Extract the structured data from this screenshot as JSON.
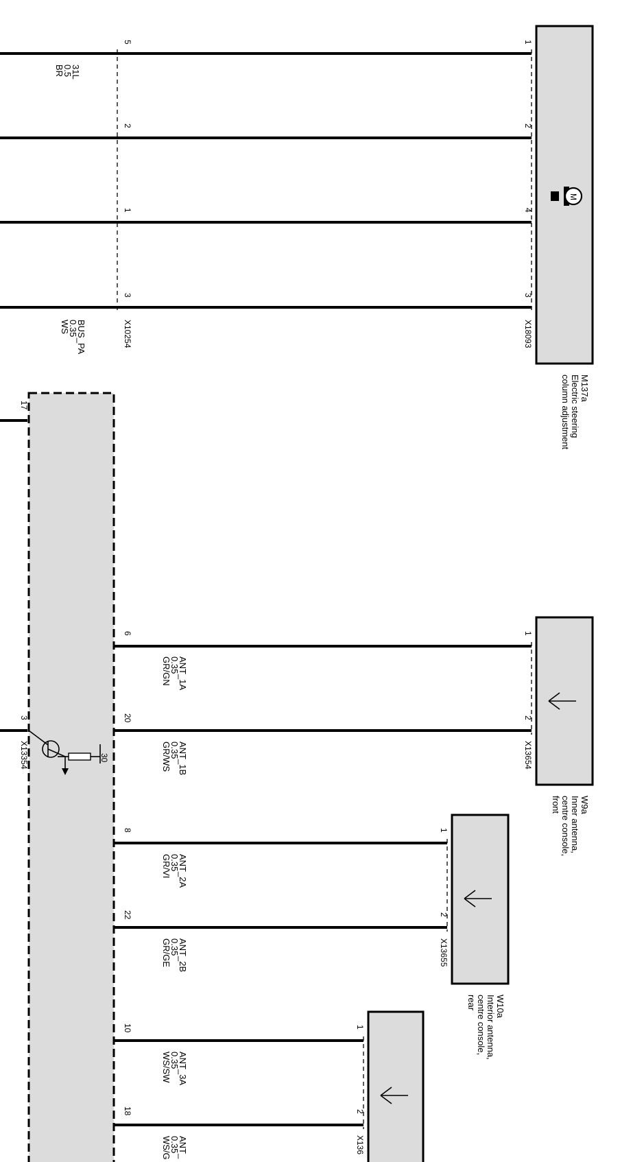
{
  "components": {
    "m137a": {
      "id": "M137a",
      "desc_lines": [
        "Electric steering",
        "column adjustment"
      ],
      "connector": "X18093",
      "pins": [
        "1",
        "2",
        "4",
        "3"
      ],
      "motor_letter": "M"
    },
    "w9a": {
      "id": "W9a",
      "desc_lines": [
        "Inner antenna,",
        "centre console,",
        "front"
      ],
      "connector": "X13654",
      "pins": [
        "1",
        "2"
      ]
    },
    "w10a": {
      "id": "W10a",
      "desc_lines": [
        "Interior antenna,",
        "centre console,",
        "rear"
      ],
      "connector": "X13655",
      "pins": [
        "1",
        "2"
      ]
    },
    "w11": {
      "connector": "X136",
      "pins": [
        "1",
        "2"
      ]
    }
  },
  "connectors": {
    "x10254": {
      "name": "X10254",
      "pins": [
        "5",
        "2",
        "1",
        "3"
      ]
    },
    "x13354": {
      "name": "X13354",
      "pins": [
        "17",
        "3"
      ]
    },
    "module": {
      "pins": [
        "6",
        "20",
        "8",
        "22",
        "10",
        "18"
      ],
      "terminal": "30"
    }
  },
  "wires": {
    "w1": [
      "31L",
      "0.5",
      "BR"
    ],
    "w4": [
      "BUS_PA",
      "0.35",
      "WS"
    ],
    "ant1a": [
      "ANT_1A",
      "0.35",
      "GR/GN"
    ],
    "ant1b": [
      "ANT_1B",
      "0.35",
      "GR/WS"
    ],
    "ant2a": [
      "ANT_2A",
      "0.35",
      "GR/VI"
    ],
    "ant2b": [
      "ANT_2B",
      "0.35",
      "GR/GE"
    ],
    "ant3a": [
      "ANT_3A",
      "0.35",
      "WS/SW"
    ],
    "ant3b": [
      "ANT_",
      "0.35",
      "WS/G"
    ]
  }
}
